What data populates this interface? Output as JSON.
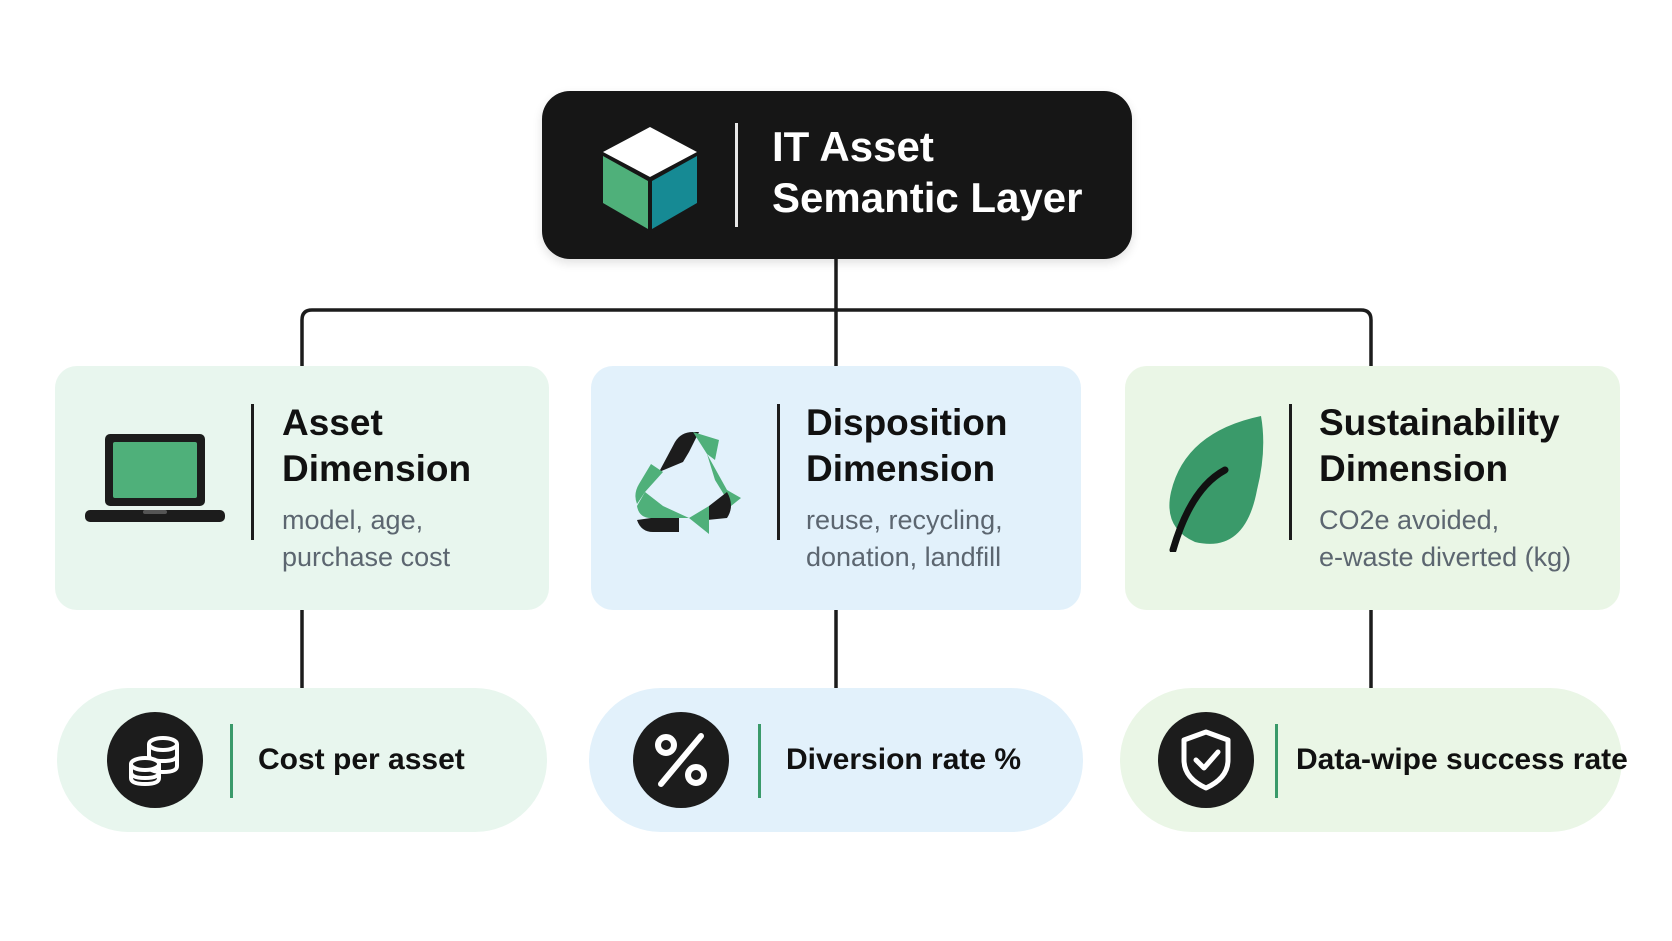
{
  "root": {
    "title_line1": "IT Asset",
    "title_line2": "Semantic Layer",
    "icon": "cube-icon"
  },
  "dimensions": [
    {
      "title_line1": "Asset",
      "title_line2": "Dimension",
      "desc_line1": "model, age,",
      "desc_line2": "purchase cost",
      "icon": "laptop-icon",
      "bg_color": "#e8f6ee"
    },
    {
      "title_line1": "Disposition",
      "title_line2": "Dimension",
      "desc_line1": "reuse, recycling,",
      "desc_line2": "donation, landfill",
      "icon": "recycle-icon",
      "bg_color": "#e2f1fb"
    },
    {
      "title_line1": "Sustainability",
      "title_line2": "Dimension",
      "desc_line1": "CO2e avoided,",
      "desc_line2": "e-waste diverted (kg)",
      "icon": "leaf-icon",
      "bg_color": "#eaf6e6"
    }
  ],
  "metrics": [
    {
      "label": "Cost per asset",
      "icon": "coins-icon",
      "bg_color": "#e8f6ee"
    },
    {
      "label": "Diversion rate %",
      "icon": "percent-icon",
      "bg_color": "#e2f1fb"
    },
    {
      "label": "Data-wipe success rate",
      "icon": "shield-check-icon",
      "bg_color": "#eaf6e6"
    }
  ],
  "colors": {
    "root_bg": "#161616",
    "accent_green": "#3a9a6a",
    "accent_teal": "#168a94",
    "connector": "#1c1c1c"
  }
}
